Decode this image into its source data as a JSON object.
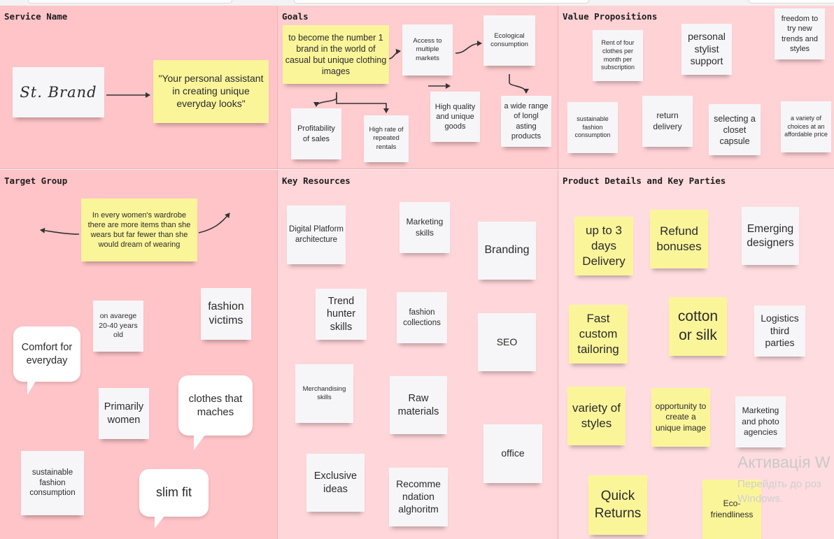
{
  "colors": {
    "cell_service": "#ffc4c8",
    "cell_goals": "#ffcccf",
    "cell_value": "#ffd2d6",
    "cell_target": "#ffc4c8",
    "cell_resources": "#ffd6d9",
    "cell_product": "#ffdcdf",
    "note_white": "#f6f6f8",
    "note_yellow": "#fbf59a"
  },
  "sections": {
    "service_name": {
      "title": "Service Name",
      "brand": "St. Brand",
      "slogan": "\"Your personal assistant in creating unique everyday looks\""
    },
    "goals": {
      "title": "Goals",
      "main": "to become the number 1 brand in the world of casual but unique clothing images",
      "access": "Access to multiple markets",
      "ecological": "Ecological consumption",
      "profitability": "Profitability of sales",
      "repeated": "High rate of repeated rentals",
      "high_quality": "High quality and unique goods",
      "wide_range": "a wide range of longl asting products"
    },
    "value_propositions": {
      "title": "Value Propositions",
      "rent": "Rent of four clothes per month per subscription",
      "stylist": "personal stylist support",
      "freedom": "freedom to try new trends and styles",
      "sustainable": "sustainable fashion consumption",
      "return": "return delivery",
      "capsule": "selecting a closet capsule",
      "variety": "a variety of choices at an affordable price"
    },
    "target_group": {
      "title": "Target Group",
      "wardrobe": "In every women's wardrobe there are more items than she wears but far fewer than she would dream of wearing",
      "age": "on avarege 20-40 years old",
      "victims": "fashion victims",
      "comfort": "Comfort for everyday",
      "women": "Primarily women",
      "maches": "clothes that maches",
      "sustainable": "sustainable fashion consumption",
      "slim": "slim fit"
    },
    "key_resources": {
      "title": "Key Resources",
      "digital": "Digital Platform architecture",
      "marketing": "Marketing skills",
      "branding": "Branding",
      "trend": "Trend hunter skills",
      "collections": "fashion collections",
      "seo": "SEO",
      "merch": "Merchandising skills",
      "raw": "Raw materials",
      "office": "office",
      "exclusive": "Exclusive ideas",
      "recommendation": "Recomme ndation alghoritm"
    },
    "product_details": {
      "title": "Product Details and Key Parties",
      "delivery": "up to 3 days Delivery",
      "refund": "Refund bonuses",
      "designers": "Emerging designers",
      "tailoring": "Fast custom tailoring",
      "cotton": "cotton or silk",
      "logistics": "Logistics third parties",
      "styles": "variety of styles",
      "opportunity": "opportunity to create a unique image",
      "agencies": "Marketing and photo agencies",
      "quick": "Quick Returns",
      "eco": "Eco-friendliness"
    }
  },
  "watermark": {
    "line1": "Активація W",
    "line2": "Перейдіть до роз",
    "line3": "Windows."
  }
}
